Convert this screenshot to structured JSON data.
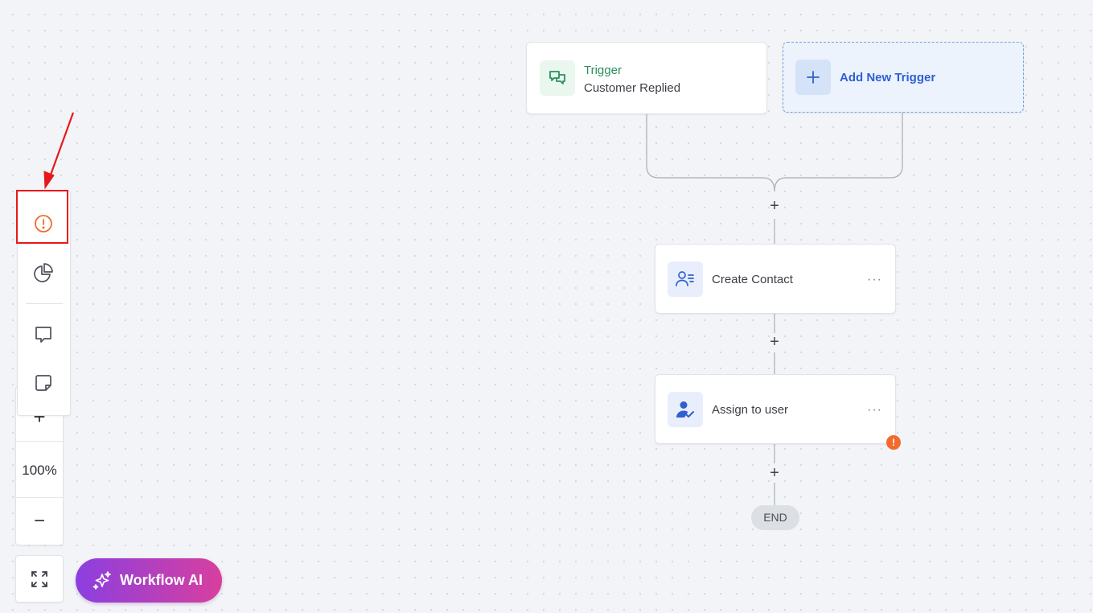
{
  "trigger_card": {
    "title": "Trigger",
    "subtitle": "Customer Replied",
    "icon": "chat-bubbles-icon"
  },
  "add_trigger_card": {
    "label": "Add New Trigger",
    "icon": "plus-icon"
  },
  "actions": [
    {
      "label": "Create Contact",
      "icon": "contact-list-icon",
      "menu": "···"
    },
    {
      "label": "Assign to user",
      "icon": "user-check-icon",
      "menu": "···",
      "warning": "!"
    }
  ],
  "add_step": "+",
  "end_label": "END",
  "toolbar": {
    "items": [
      {
        "name": "errors-icon"
      },
      {
        "name": "analytics-pie-icon"
      },
      {
        "name": "comment-icon"
      },
      {
        "name": "sticky-note-icon"
      }
    ]
  },
  "zoom": {
    "zoom_in": "+",
    "level": "100%",
    "zoom_out": "−"
  },
  "fullscreen_icon": "expand-icon",
  "workflow_ai": {
    "label": "Workflow AI",
    "icon": "sparkle-icon"
  },
  "colors": {
    "trigger_green": "#2e8f5e",
    "blue_accent": "#2f5fd0",
    "warning_orange": "#f26b2c",
    "annotation_red": "#e5191b",
    "ai_gradient_start": "#8b3fe0",
    "ai_gradient_end": "#d83f9e"
  }
}
